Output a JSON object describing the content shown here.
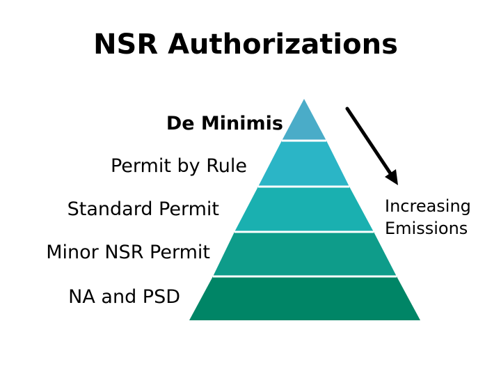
{
  "title": "NSR Authorizations",
  "tiers": [
    {
      "label": "De Minimis",
      "color": "#4aacc8",
      "bold": true
    },
    {
      "label": "Permit by Rule",
      "color": "#2bb5c6",
      "bold": false
    },
    {
      "label": "Standard Permit",
      "color": "#1ab0b0",
      "bold": false
    },
    {
      "label": "Minor NSR Permit",
      "color": "#0e9c8a",
      "bold": false
    },
    {
      "label": "NA and PSD",
      "color": "#008566",
      "bold": false
    }
  ],
  "trend": {
    "label_line1": "Increasing",
    "label_line2": "Emissions",
    "arrow_color": "#000000"
  }
}
